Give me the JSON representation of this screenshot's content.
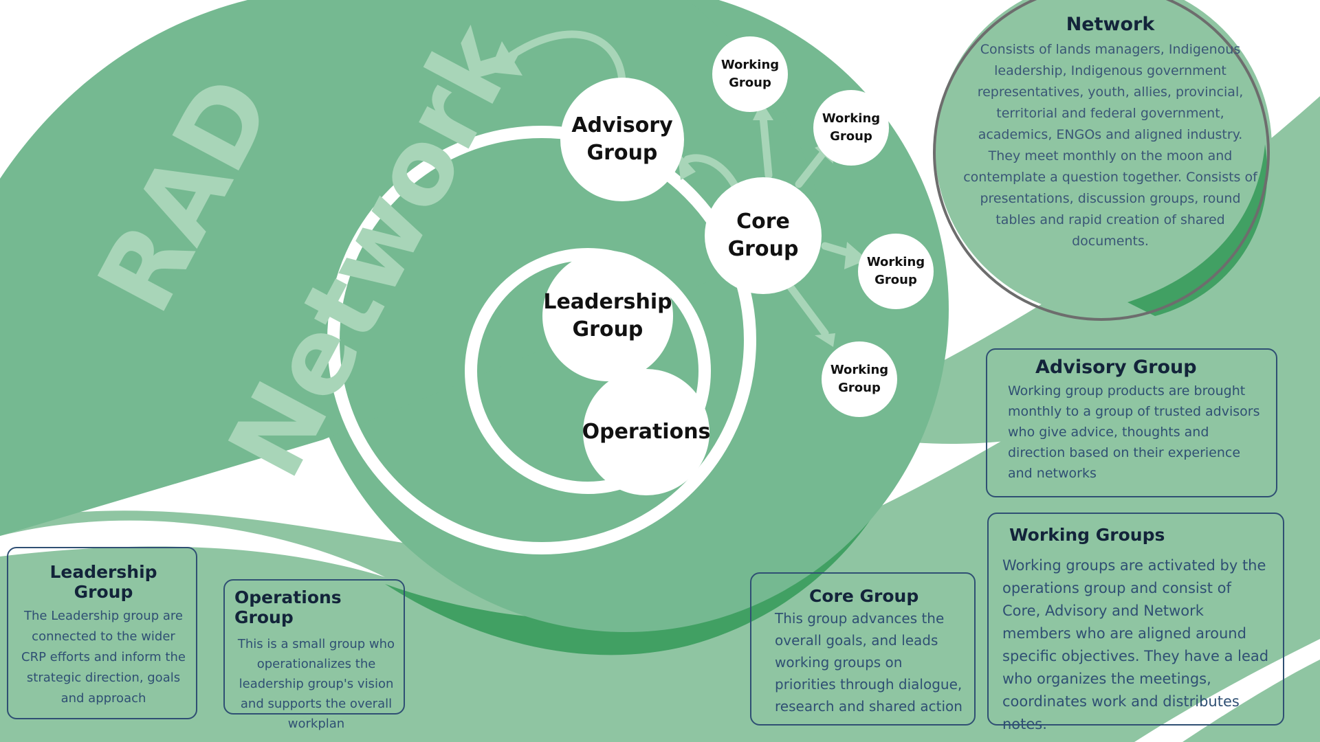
{
  "colors": {
    "green_main": "#75b991",
    "green_light": "#8fc5a2",
    "green_dark": "#41a063",
    "watermark": "#a8d5b8",
    "box_border": "#2f4f73",
    "title_text": "#13243a",
    "body_text": "#2f4f73"
  },
  "diagram": {
    "watermark_line1": "RAD",
    "watermark_line2": "Network",
    "nodes": {
      "advisory": "Advisory\nGroup",
      "core": "Core\nGroup",
      "leadership": "Leadership\nGroup",
      "operations": "Operations",
      "working_1": "Working\nGroup",
      "working_2": "Working\nGroup",
      "working_3": "Working\nGroup",
      "working_4": "Working\nGroup"
    }
  },
  "descriptions": {
    "network": {
      "title": "Network",
      "text": "Consists of  lands managers, Indigenous leadership, Indigenous government representatives, youth, allies, provincial, territorial and federal government, academics, ENGOs and aligned industry.  They meet monthly on the moon and contemplate a question together.  Consists of presentations, discussion groups, round tables and rapid creation of shared documents."
    },
    "advisory": {
      "title": "Advisory Group",
      "text": "Working group products are brought monthly to a group of trusted advisors who give advice, thoughts and direction based on their experience and networks"
    },
    "working": {
      "title": "Working Groups",
      "text": "Working groups are activated by the operations group and consist of Core, Advisory and Network members who are aligned around  specific objectives. They have a lead who organizes the meetings, coordinates work and distributes notes."
    },
    "core": {
      "title": "Core Group",
      "text": "This group advances the overall goals, and leads working groups on priorities through dialogue, research and shared action"
    },
    "operations": {
      "title": "Operations Group",
      "text": "This is a small group who operationalizes the leadership group's vision and supports the overall workplan"
    },
    "leadership": {
      "title": "Leadership Group",
      "text": "The Leadership group are connected to the wider CRP efforts and inform the strategic direction, goals and approach"
    }
  }
}
